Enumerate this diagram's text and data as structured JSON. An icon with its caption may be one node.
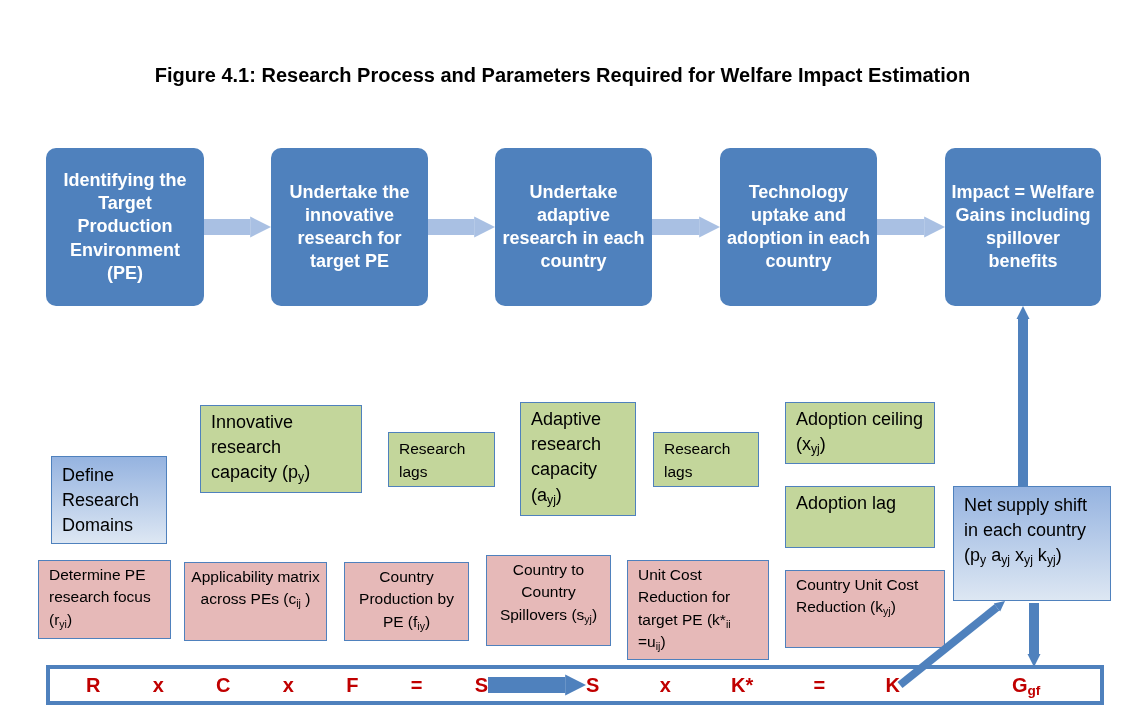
{
  "diagram": {
    "title": "Figure 4.1: Research Process and Parameters Required for Welfare Impact Estimation",
    "nodes": [
      {
        "text": [
          "Identifying the Target Production Environment (PE)"
        ]
      },
      {
        "text": [
          "Undertake the innovative research for target PE"
        ]
      },
      {
        "text": [
          "Undertake adaptive research in each country"
        ]
      },
      {
        "text": [
          "Technology uptake and adoption in each country"
        ]
      },
      {
        "text": [
          "Impact = Welfare Gains including spillover benefits"
        ]
      },
      {
        "text": [
          "Define Research Domains"
        ]
      },
      {
        "text": [
          "Innovative research capacity (p$_{y}$)"
        ]
      },
      {
        "text": [
          "Research lags"
        ]
      },
      {
        "text": [
          "Adaptive research capacity (a$_{yj}$)"
        ]
      },
      {
        "text": [
          "Research lags"
        ]
      },
      {
        "text": [
          "Adoption ceiling (x$_{yj}$)"
        ]
      },
      {
        "text": [
          "Adoption lag"
        ]
      },
      {
        "text": [
          "Net supply shift in each country (p$_{y}$ a$_{yj}$ x$_{yj}$ k$_{yj}$)"
        ]
      },
      {
        "text": [
          "Determine PE research focus (r$_{yi}$)"
        ]
      },
      {
        "text": [
          "Applicability matrix across PEs (c$_{ij}$ )"
        ]
      },
      {
        "text": [
          "Country Production by PE (f$_{iy}$)"
        ]
      },
      {
        "text": [
          "Country to Country Spillovers (s$_{yj}$)"
        ]
      },
      {
        "text": [
          "Unit Cost Reduction for target PE (k*$_{ii}$ =u$_{ij}$)"
        ]
      },
      {
        "text": [
          "Country Unit Cost Reduction (k$_{yj}$)"
        ]
      },
      {
        "text": [],
        "shape": "box"
      },
      {
        "text": [
          "R x C x F = S"
        ],
        "in": 19
      },
      {
        "text": [
          "S x K* = K"
        ],
        "in": 19
      },
      {
        "text": [
          "G$_{gf}$"
        ],
        "in": 19
      }
    ],
    "edges": [
      {
        "from": 0,
        "to": 1,
        "arrow": "to",
        "color": "#a9c0e3"
      },
      {
        "from": 1,
        "to": 2,
        "arrow": "to",
        "color": "#a9c0e3"
      },
      {
        "from": 2,
        "to": 3,
        "arrow": "to",
        "color": "#a9c0e3"
      },
      {
        "from": 3,
        "to": 4,
        "arrow": "to",
        "color": "#a9c0e3"
      },
      {
        "from": 20,
        "to": 21,
        "arrow": "to"
      },
      {
        "from": 21,
        "to": 12,
        "arrow": "to"
      },
      {
        "from": 12,
        "to": 4,
        "arrow": "to"
      },
      {
        "from": 12,
        "to": 22,
        "arrow": "to"
      }
    ]
  }
}
